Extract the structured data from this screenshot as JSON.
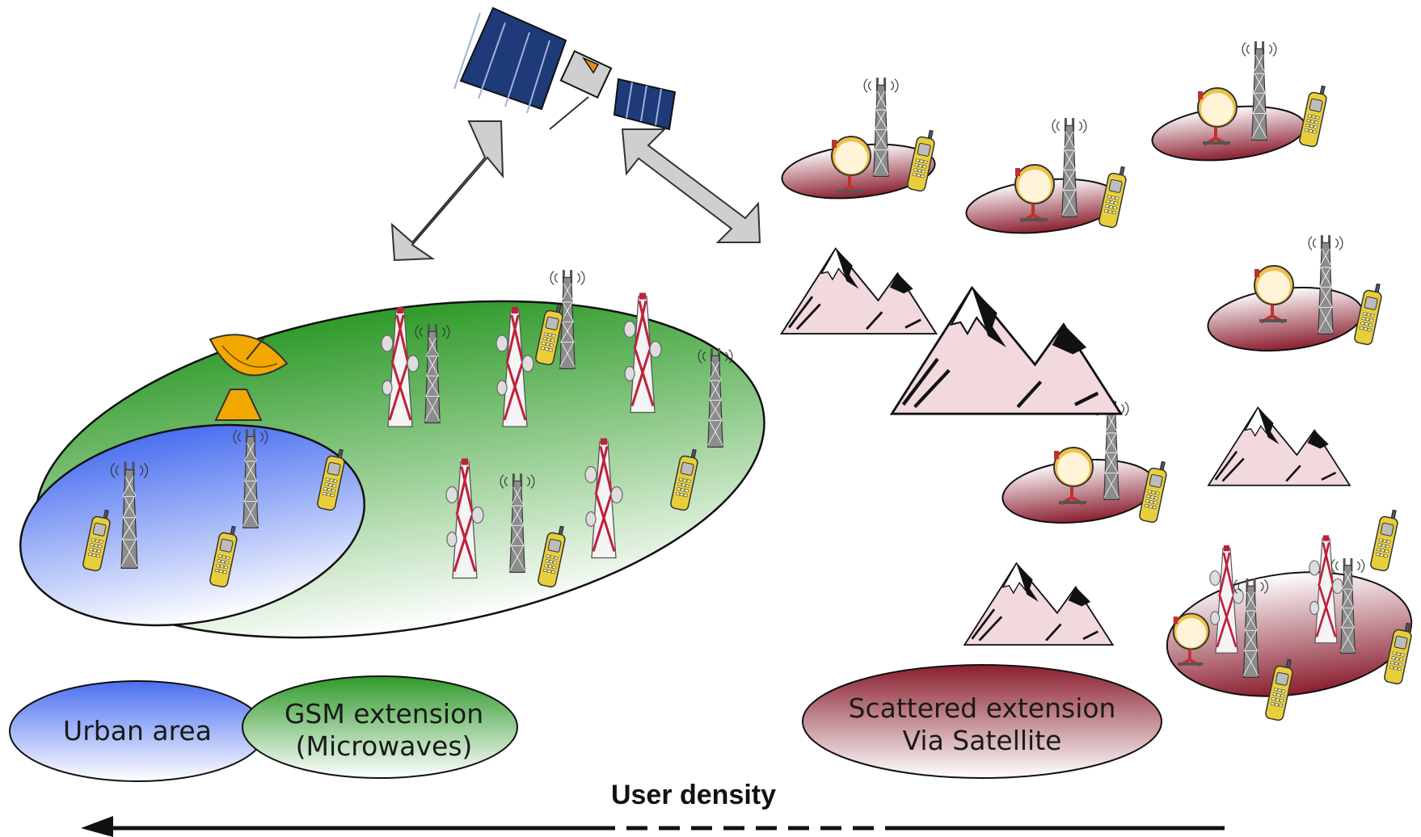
{
  "legend": {
    "urban": {
      "label": "Urban area",
      "color": "#4a6ff0"
    },
    "gsm": {
      "line1": "GSM extension",
      "line2": "(Microwaves)",
      "color": "#2f9a2a"
    },
    "satellite": {
      "line1": "Scattered extension",
      "line2": "Via Satellite",
      "color": "#8a1e2e"
    }
  },
  "density_axis": {
    "label": "User density"
  },
  "icons": [
    "satellite-icon",
    "satellite-dish-icon",
    "cell-tower-icon",
    "microwave-tower-icon",
    "mobile-phone-icon",
    "vsat-terminal-icon",
    "mountain-icon"
  ],
  "colors": {
    "phone": "#e8cf3a",
    "tower": "#777777",
    "microwave_red": "#c0203a",
    "vsat": "#f2a800",
    "arrow": "#cfcfcf"
  }
}
